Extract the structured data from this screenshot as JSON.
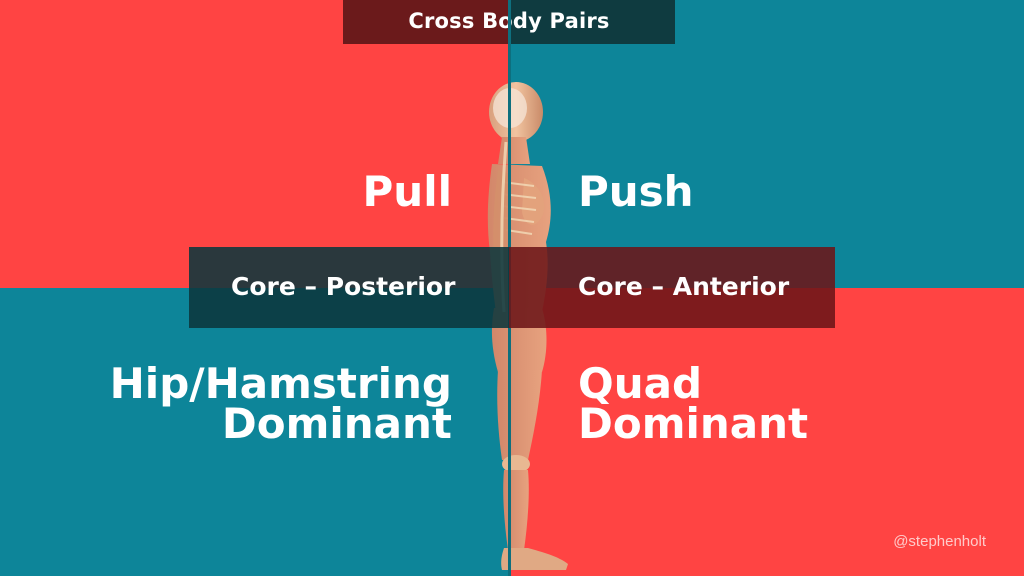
{
  "title": "Cross Body Pairs",
  "quadrants": {
    "top_left": {
      "label": "Pull",
      "color": "#ff4443"
    },
    "top_right": {
      "label": "Push",
      "color": "#0d8599"
    },
    "bottom_left": {
      "line1": "Hip/Hamstring",
      "line2": "Dominant",
      "color": "#0d8599"
    },
    "bottom_right": {
      "line1": "Quad",
      "line2": "Dominant",
      "color": "#ff4443"
    }
  },
  "core": {
    "left": "Core – Posterior",
    "right": "Core – Anterior"
  },
  "watermark": "@stephenholt"
}
